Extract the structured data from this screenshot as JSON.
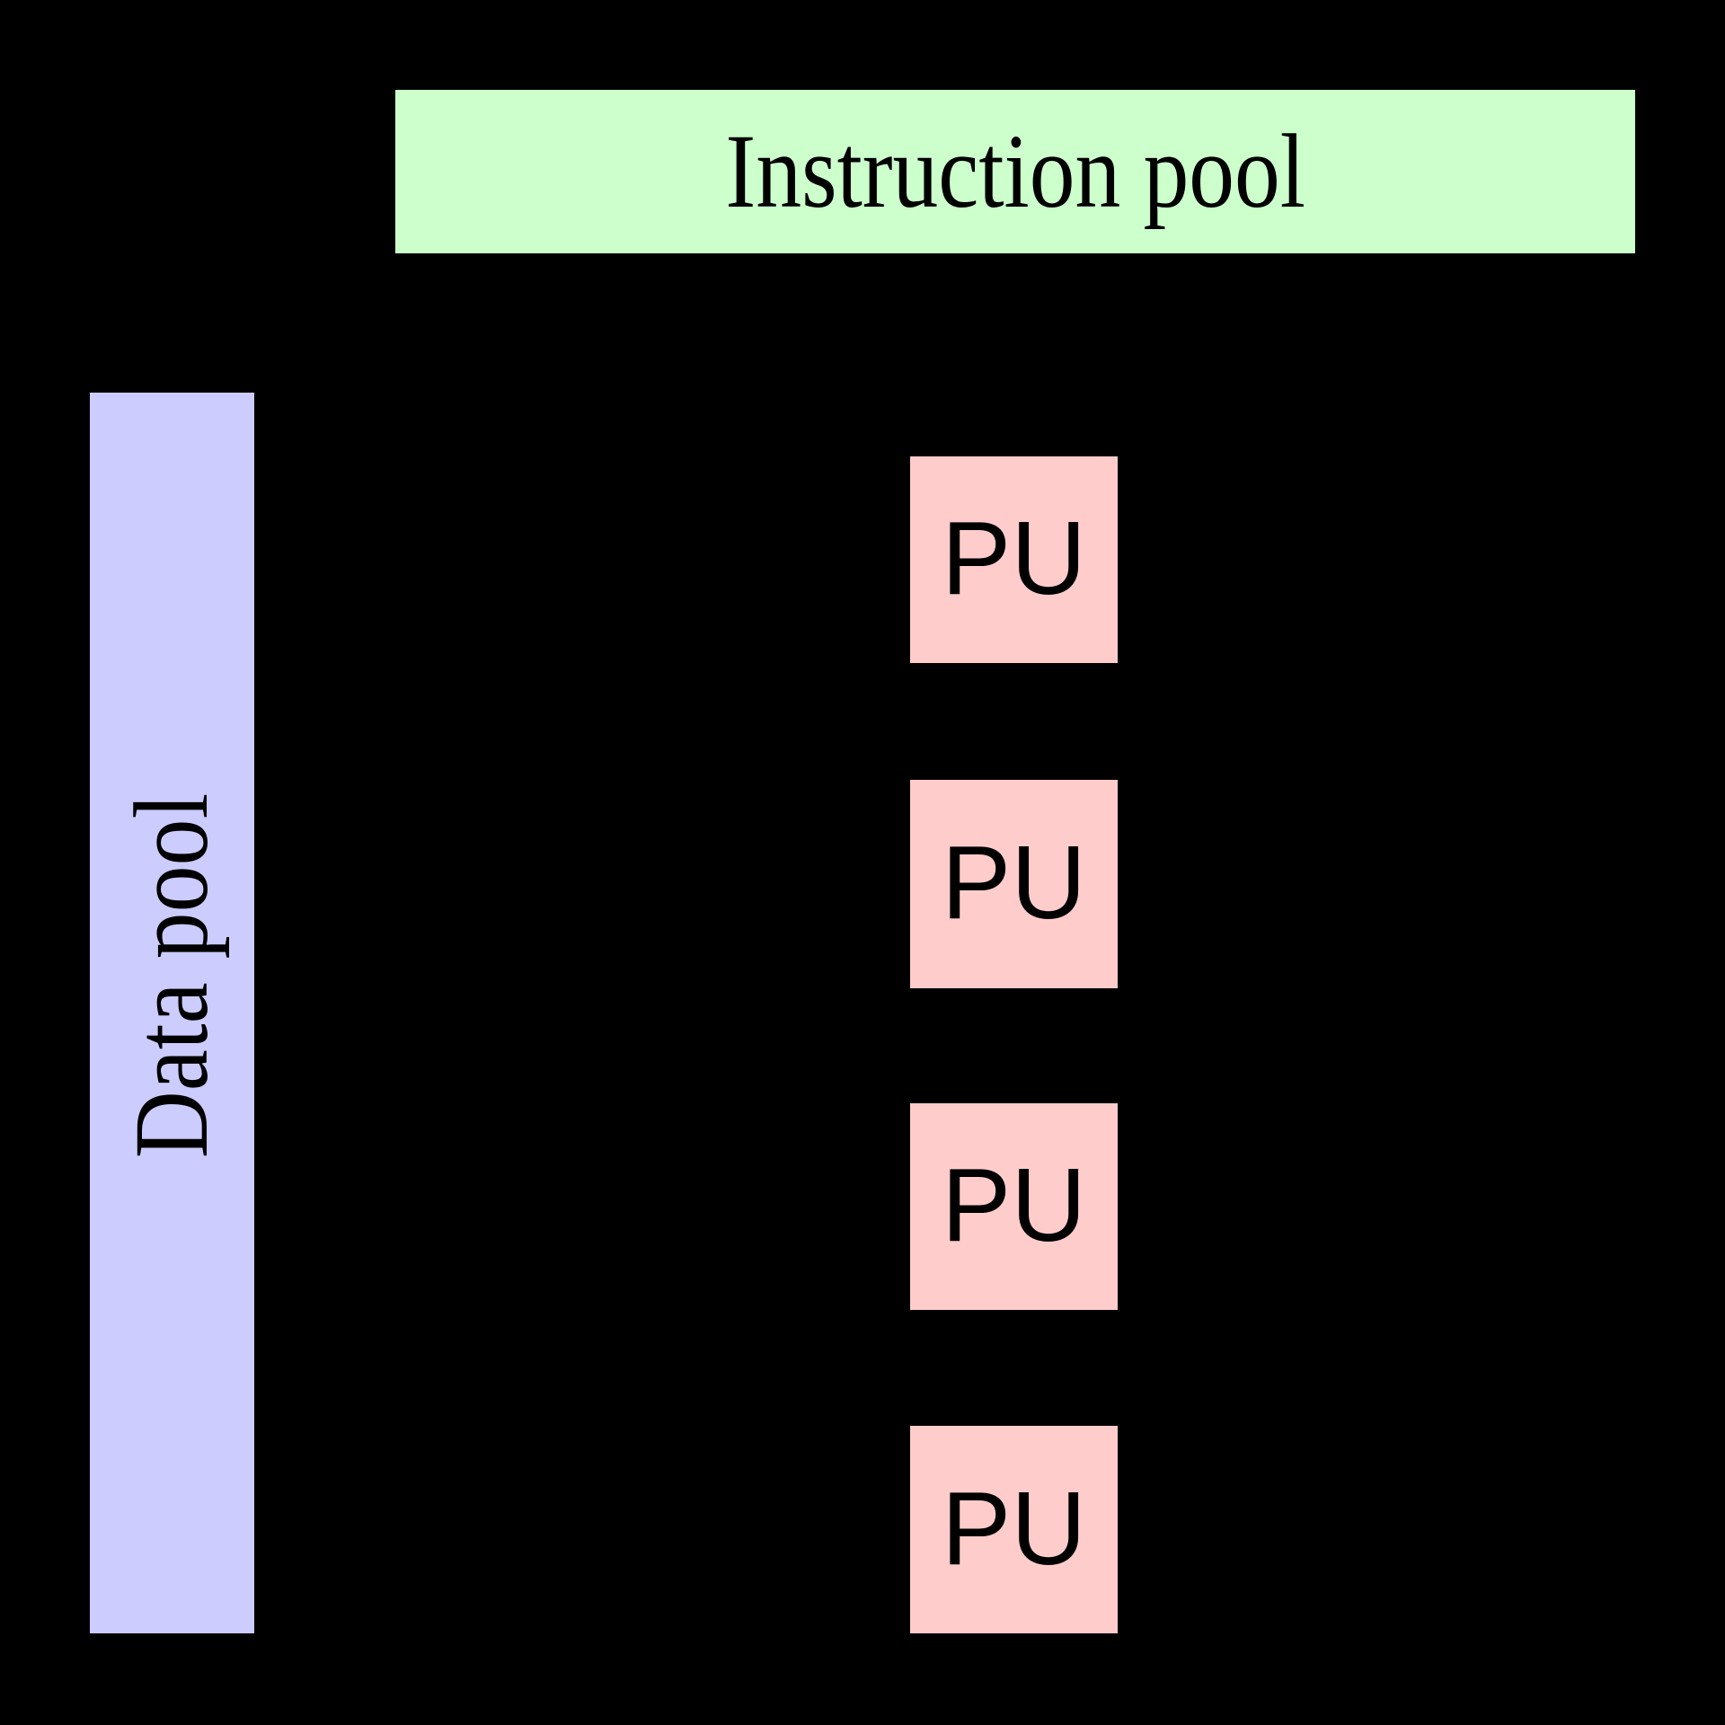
{
  "diagram": {
    "title_text": "Instruction pool",
    "background_color": "#000000",
    "instruction_pool": {
      "label": "Instruction pool",
      "color": "#CCFFCC",
      "orientation": "horizontal"
    },
    "data_pool": {
      "label": "Data pool",
      "color": "#CCCCFF",
      "orientation": "vertical-rotated-90-ccw"
    },
    "processing_units": {
      "color": "#FFCCCC",
      "count": 4,
      "items": [
        {
          "label": "PU"
        },
        {
          "label": "PU"
        },
        {
          "label": "PU"
        },
        {
          "label": "PU"
        }
      ]
    }
  }
}
